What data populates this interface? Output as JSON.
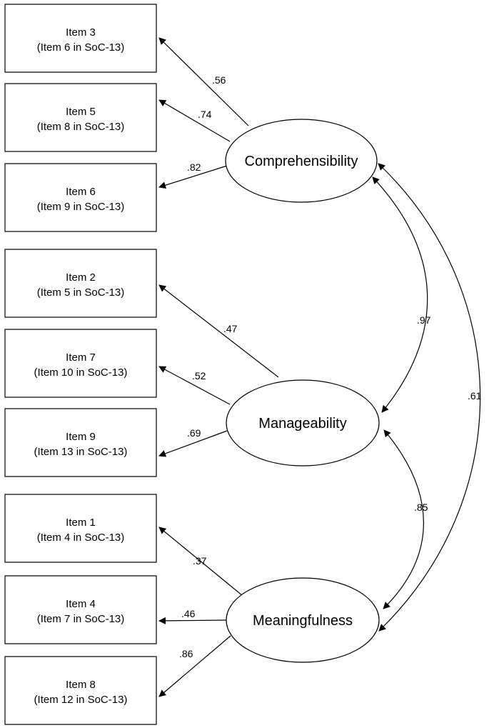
{
  "factors": {
    "comprehensibility": "Comprehensibility",
    "manageability": "Manageability",
    "meaningfulness": "Meaningfulness"
  },
  "items": {
    "item3": {
      "line1": "Item 3",
      "line2": "(Item 6 in SoC-13)"
    },
    "item5": {
      "line1": "Item 5",
      "line2": "(Item 8 in SoC-13)"
    },
    "item6": {
      "line1": "Item 6",
      "line2": "(Item 9 in SoC-13)"
    },
    "item2": {
      "line1": "Item 2",
      "line2": "(Item 5 in SoC-13)"
    },
    "item7": {
      "line1": "Item 7",
      "line2": "(Item 10 in SoC-13)"
    },
    "item9": {
      "line1": "Item 9",
      "line2": "(Item 13 in SoC-13)"
    },
    "item1": {
      "line1": "Item 1",
      "line2": "(Item 4 in SoC-13)"
    },
    "item4": {
      "line1": "Item 4",
      "line2": "(Item 7 in SoC-13)"
    },
    "item8": {
      "line1": "Item 8",
      "line2": "(Item 12 in SoC-13)"
    }
  },
  "loadings": {
    "item3": ".56",
    "item5": ".74",
    "item6": ".82",
    "item2": ".47",
    "item7": ".52",
    "item9": ".69",
    "item1": ".37",
    "item4": ".46",
    "item8": ".86"
  },
  "correlations": {
    "comprehensibility_manageability": ".97",
    "manageability_meaningfulness": ".85",
    "comprehensibility_meaningfulness": ".61"
  }
}
